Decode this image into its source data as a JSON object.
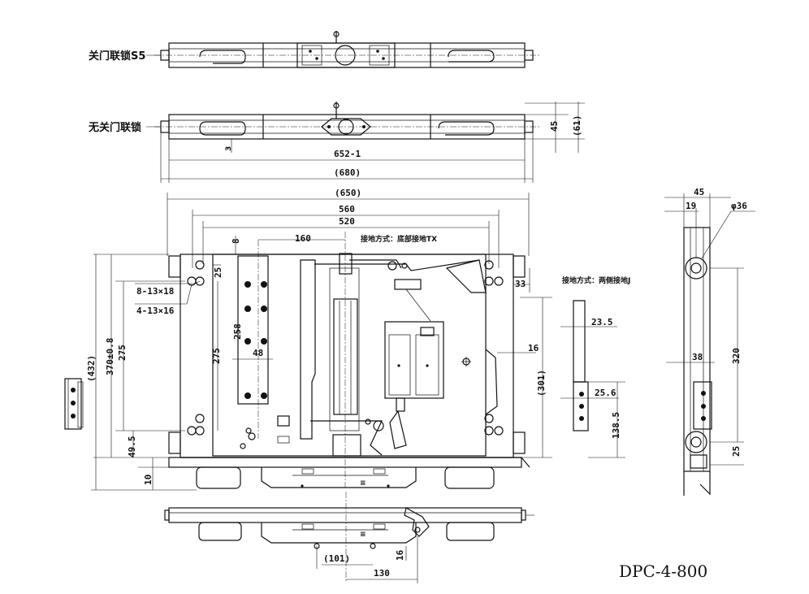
{
  "labels": {
    "interlock_s5": "关门联锁S5",
    "no_interlock": "无关门联锁",
    "grounding_bottom": "接地方式：底部接地TX",
    "grounding_side": "接地方式：两侧接地J",
    "model": "DPC-4-800"
  },
  "dimensions": {
    "d652": "652-1",
    "d680": "(680)",
    "d650": "(650)",
    "d560": "560",
    "d520": "520",
    "d160": "160",
    "d8": "8",
    "d25": "25",
    "holes8": "8-13×18",
    "holes4": "4-13×16",
    "d258": "258",
    "d48": "48",
    "d275a": "275",
    "d275b": "275",
    "d370": "370±0.8",
    "d432": "(432)",
    "d49": "49.5",
    "d10": "10",
    "d33": "33",
    "d16a": "16",
    "d301": "(301)",
    "d23": "23.5",
    "d25_6": "25.6",
    "d138": "138.5",
    "d45a": "45",
    "d61": "(61)",
    "d45b": "45",
    "d19": "19",
    "phi36": "φ36",
    "d38": "38",
    "d320": "320",
    "d25b": "25",
    "d101": "(101)",
    "d16b": "16",
    "d130": "130"
  }
}
